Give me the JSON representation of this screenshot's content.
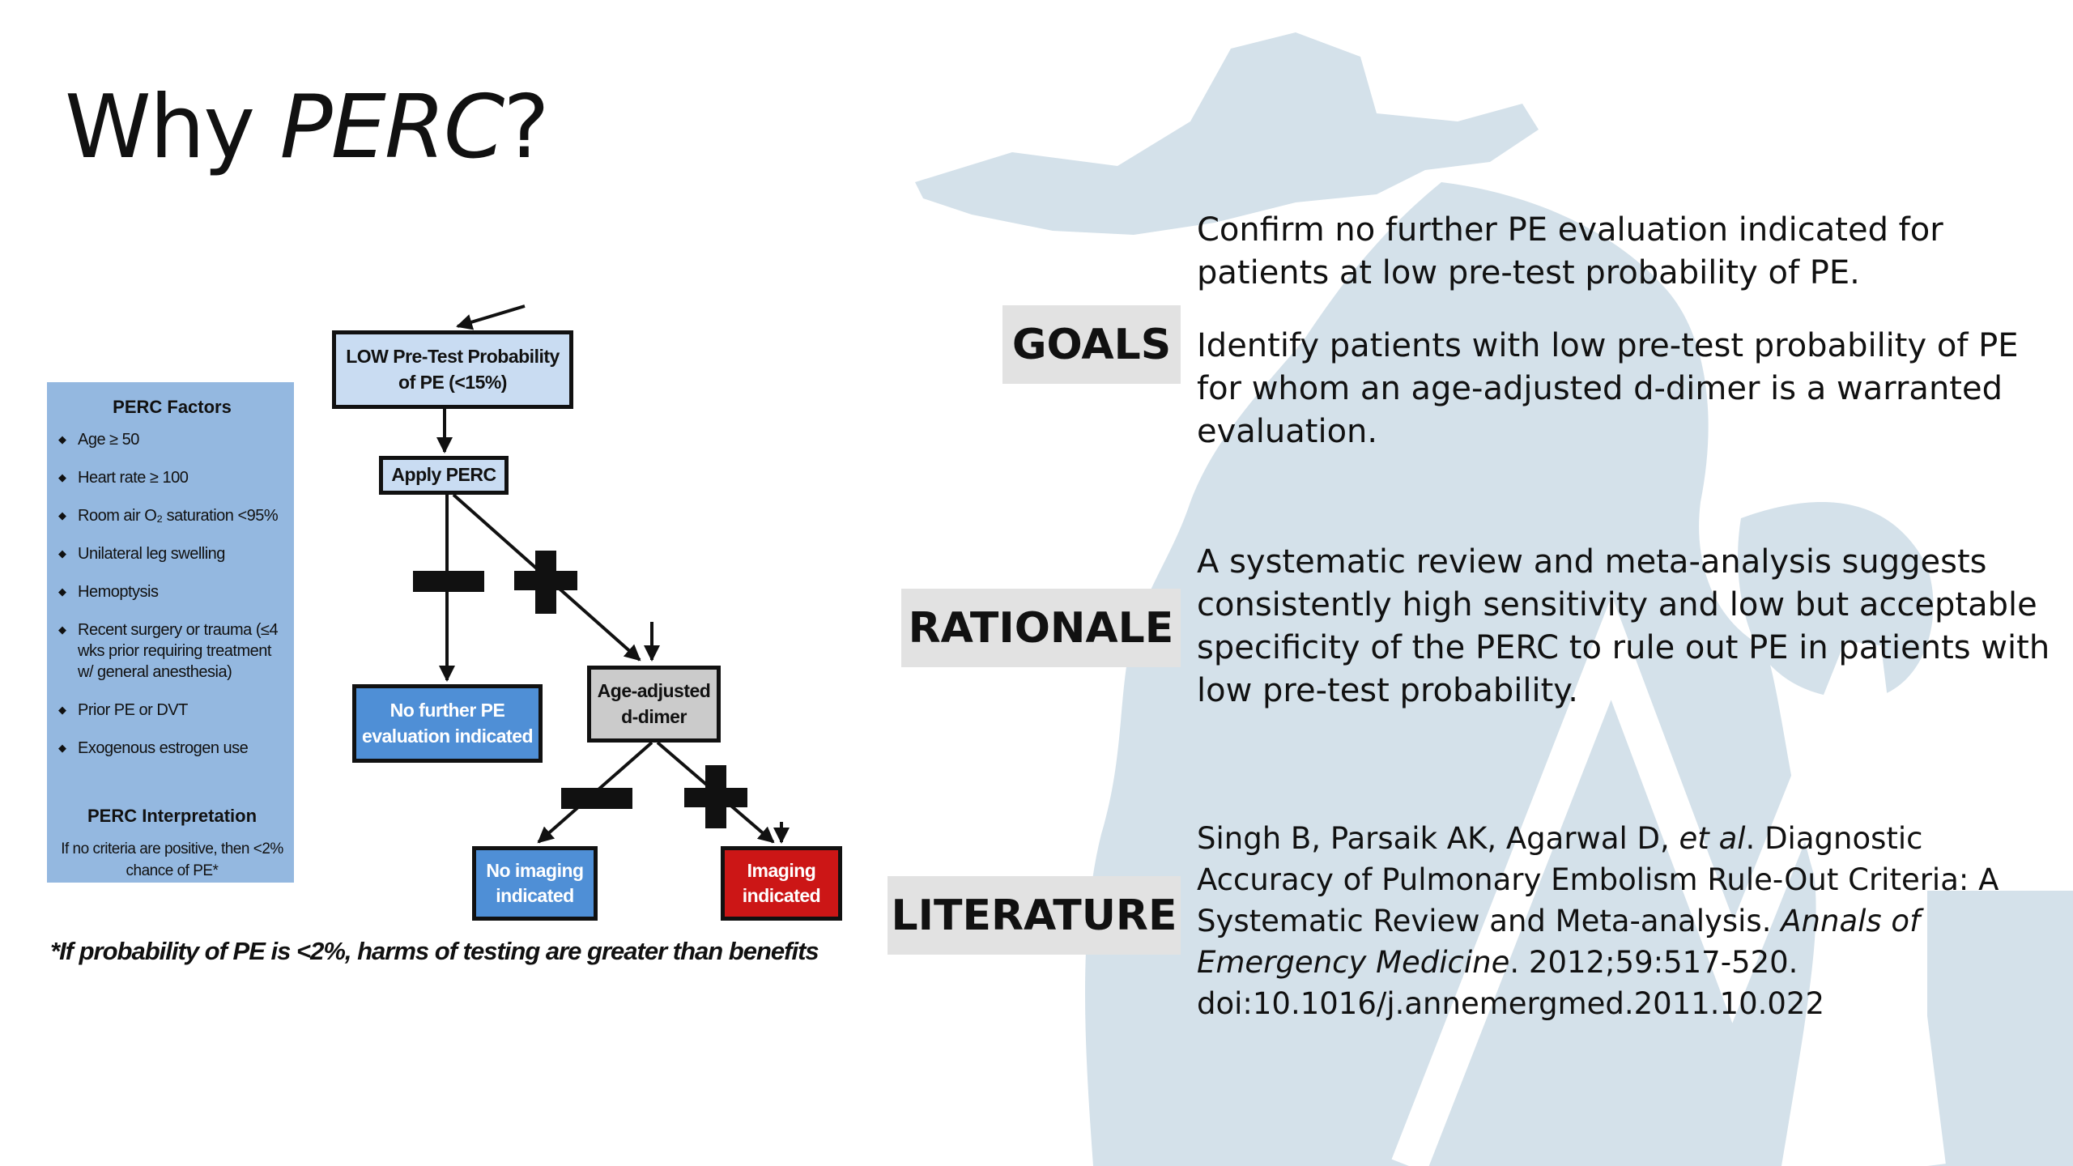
{
  "slide": {
    "title_main": "Why ",
    "title_emphasis": "PERC",
    "title_end": "?"
  },
  "colors": {
    "map_watermark": "#d4e1ea",
    "factor_box": "#94b8e0",
    "flow_light_blue": "#c9dcf2",
    "flow_blue": "#4f8fd6",
    "flow_gray": "#cbcbcb",
    "flow_red": "#cc1616",
    "label_bg": "#e2e2e2"
  },
  "perc_box": {
    "heading": "PERC Factors",
    "factors": [
      "Age ≥ 50",
      "Heart rate ≥ 100",
      "Room air O₂ saturation <95%",
      "Unilateral leg swelling",
      "Hemoptysis",
      "Recent surgery or trauma (≤4 wks prior requiring treatment w/ general anesthesia)",
      "Prior PE or DVT",
      "Exogenous estrogen use"
    ],
    "interpretation_heading": "PERC Interpretation",
    "interpretation_text": "If no criteria are positive, then <2% chance of PE*"
  },
  "flowchart": {
    "low_prob": "LOW Pre-Test Probability of PE (<15%)",
    "apply_perc": "Apply PERC",
    "no_further": "No further PE evaluation indicated",
    "age_dimer": "Age-adjusted d-dimer",
    "no_imaging": "No imaging indicated",
    "imaging": "Imaging indicated"
  },
  "footnote": "*If probability of PE is <2%, harms of testing are greater than benefits",
  "sections": {
    "goals": {
      "label": "GOALS",
      "text_1": "Confirm no further PE evaluation indicated for patients at low pre-test probability of PE.",
      "text_2": "Identify patients with low pre-test probability of PE for whom an age-adjusted d-dimer is a warranted evaluation."
    },
    "rationale": {
      "label": "RATIONALE",
      "text": "A systematic review and meta-analysis suggests consistently high sensitivity and low but acceptable specificity of the PERC to rule out PE in patients with low pre-test probability."
    },
    "literature": {
      "label": "LITERATURE",
      "authors": "Singh B, Parsaik AK, Agarwal D, ",
      "et_al": "et al",
      "article": ". Diagnostic Accuracy of Pulmonary Embolism Rule-Out Criteria: A Systematic Review and Meta-analysis. ",
      "journal": "Annals of Emergency Medicine",
      "citation": ". 2012;59:517-520.",
      "doi": "doi:10.1016/j.annemergmed.2011.10.022"
    }
  }
}
